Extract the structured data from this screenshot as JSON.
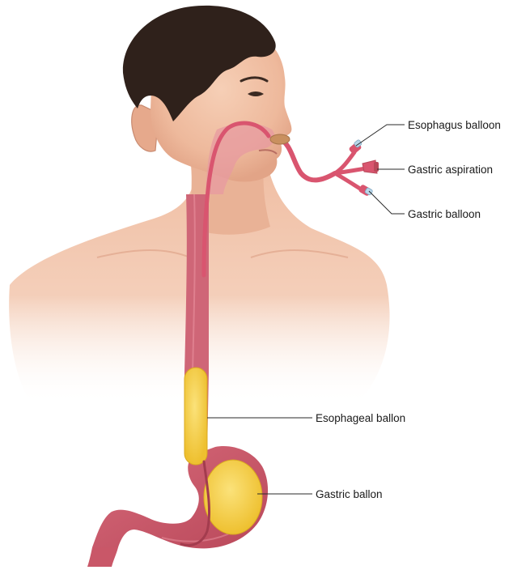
{
  "labels": {
    "esophagus_balloon": "Esophagus balloon",
    "gastric_aspiration": "Gastric aspiration",
    "gastric_balloon_port": "Gastric balloon",
    "esophageal_ballon": "Esophageal ballon",
    "gastric_ballon": "Gastric ballon"
  },
  "colors": {
    "skin": "#f2c0a6",
    "skin_shadow": "#d99a80",
    "hair": "#2f211b",
    "tube": "#d9556f",
    "esophagus": "#cf6677",
    "stomach": "#c95768",
    "balloon": "#f7d34a",
    "port_cap": "#b9d7ea"
  }
}
